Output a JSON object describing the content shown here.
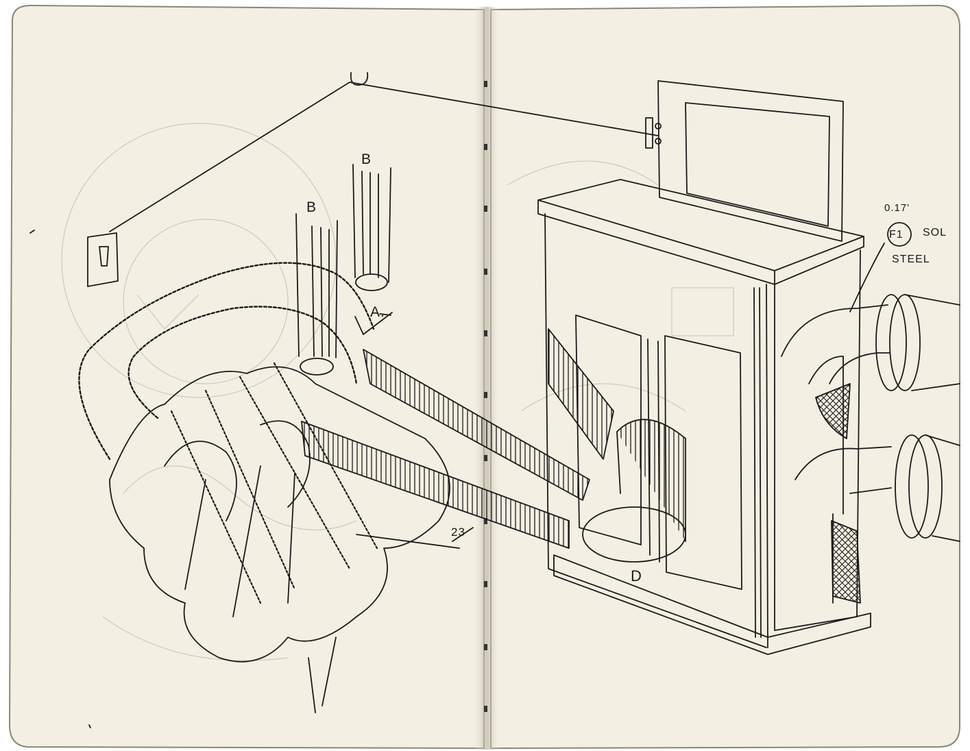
{
  "sketch": {
    "labels": {
      "pipe_top": "B",
      "pipe_left": "B",
      "junction": "A.",
      "callout_number": "23",
      "cabinet_base": "D",
      "dimension": "0.17'",
      "fitting_code": "F1",
      "fitting_type": "SOL",
      "material": "STEEL"
    }
  },
  "colors": {
    "paper": "#f3efe2",
    "ink": "#1a1a1a",
    "spine_shadow": "#cfc8b3"
  }
}
